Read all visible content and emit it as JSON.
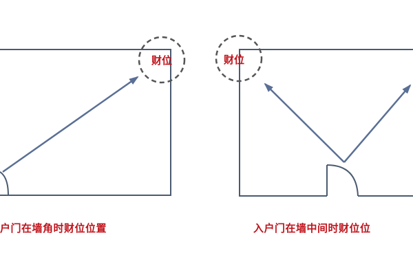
{
  "panels": {
    "left": {
      "wealth_label": "财位",
      "caption": "户门在墙角时财位位置"
    },
    "right": {
      "wealth_label": "财位",
      "caption": "入户门在墙中间时财位位"
    }
  },
  "colors": {
    "wall": "#4a5a70",
    "arrow": "#5a6f95",
    "circle": "#555555",
    "label": "#c0141c"
  }
}
